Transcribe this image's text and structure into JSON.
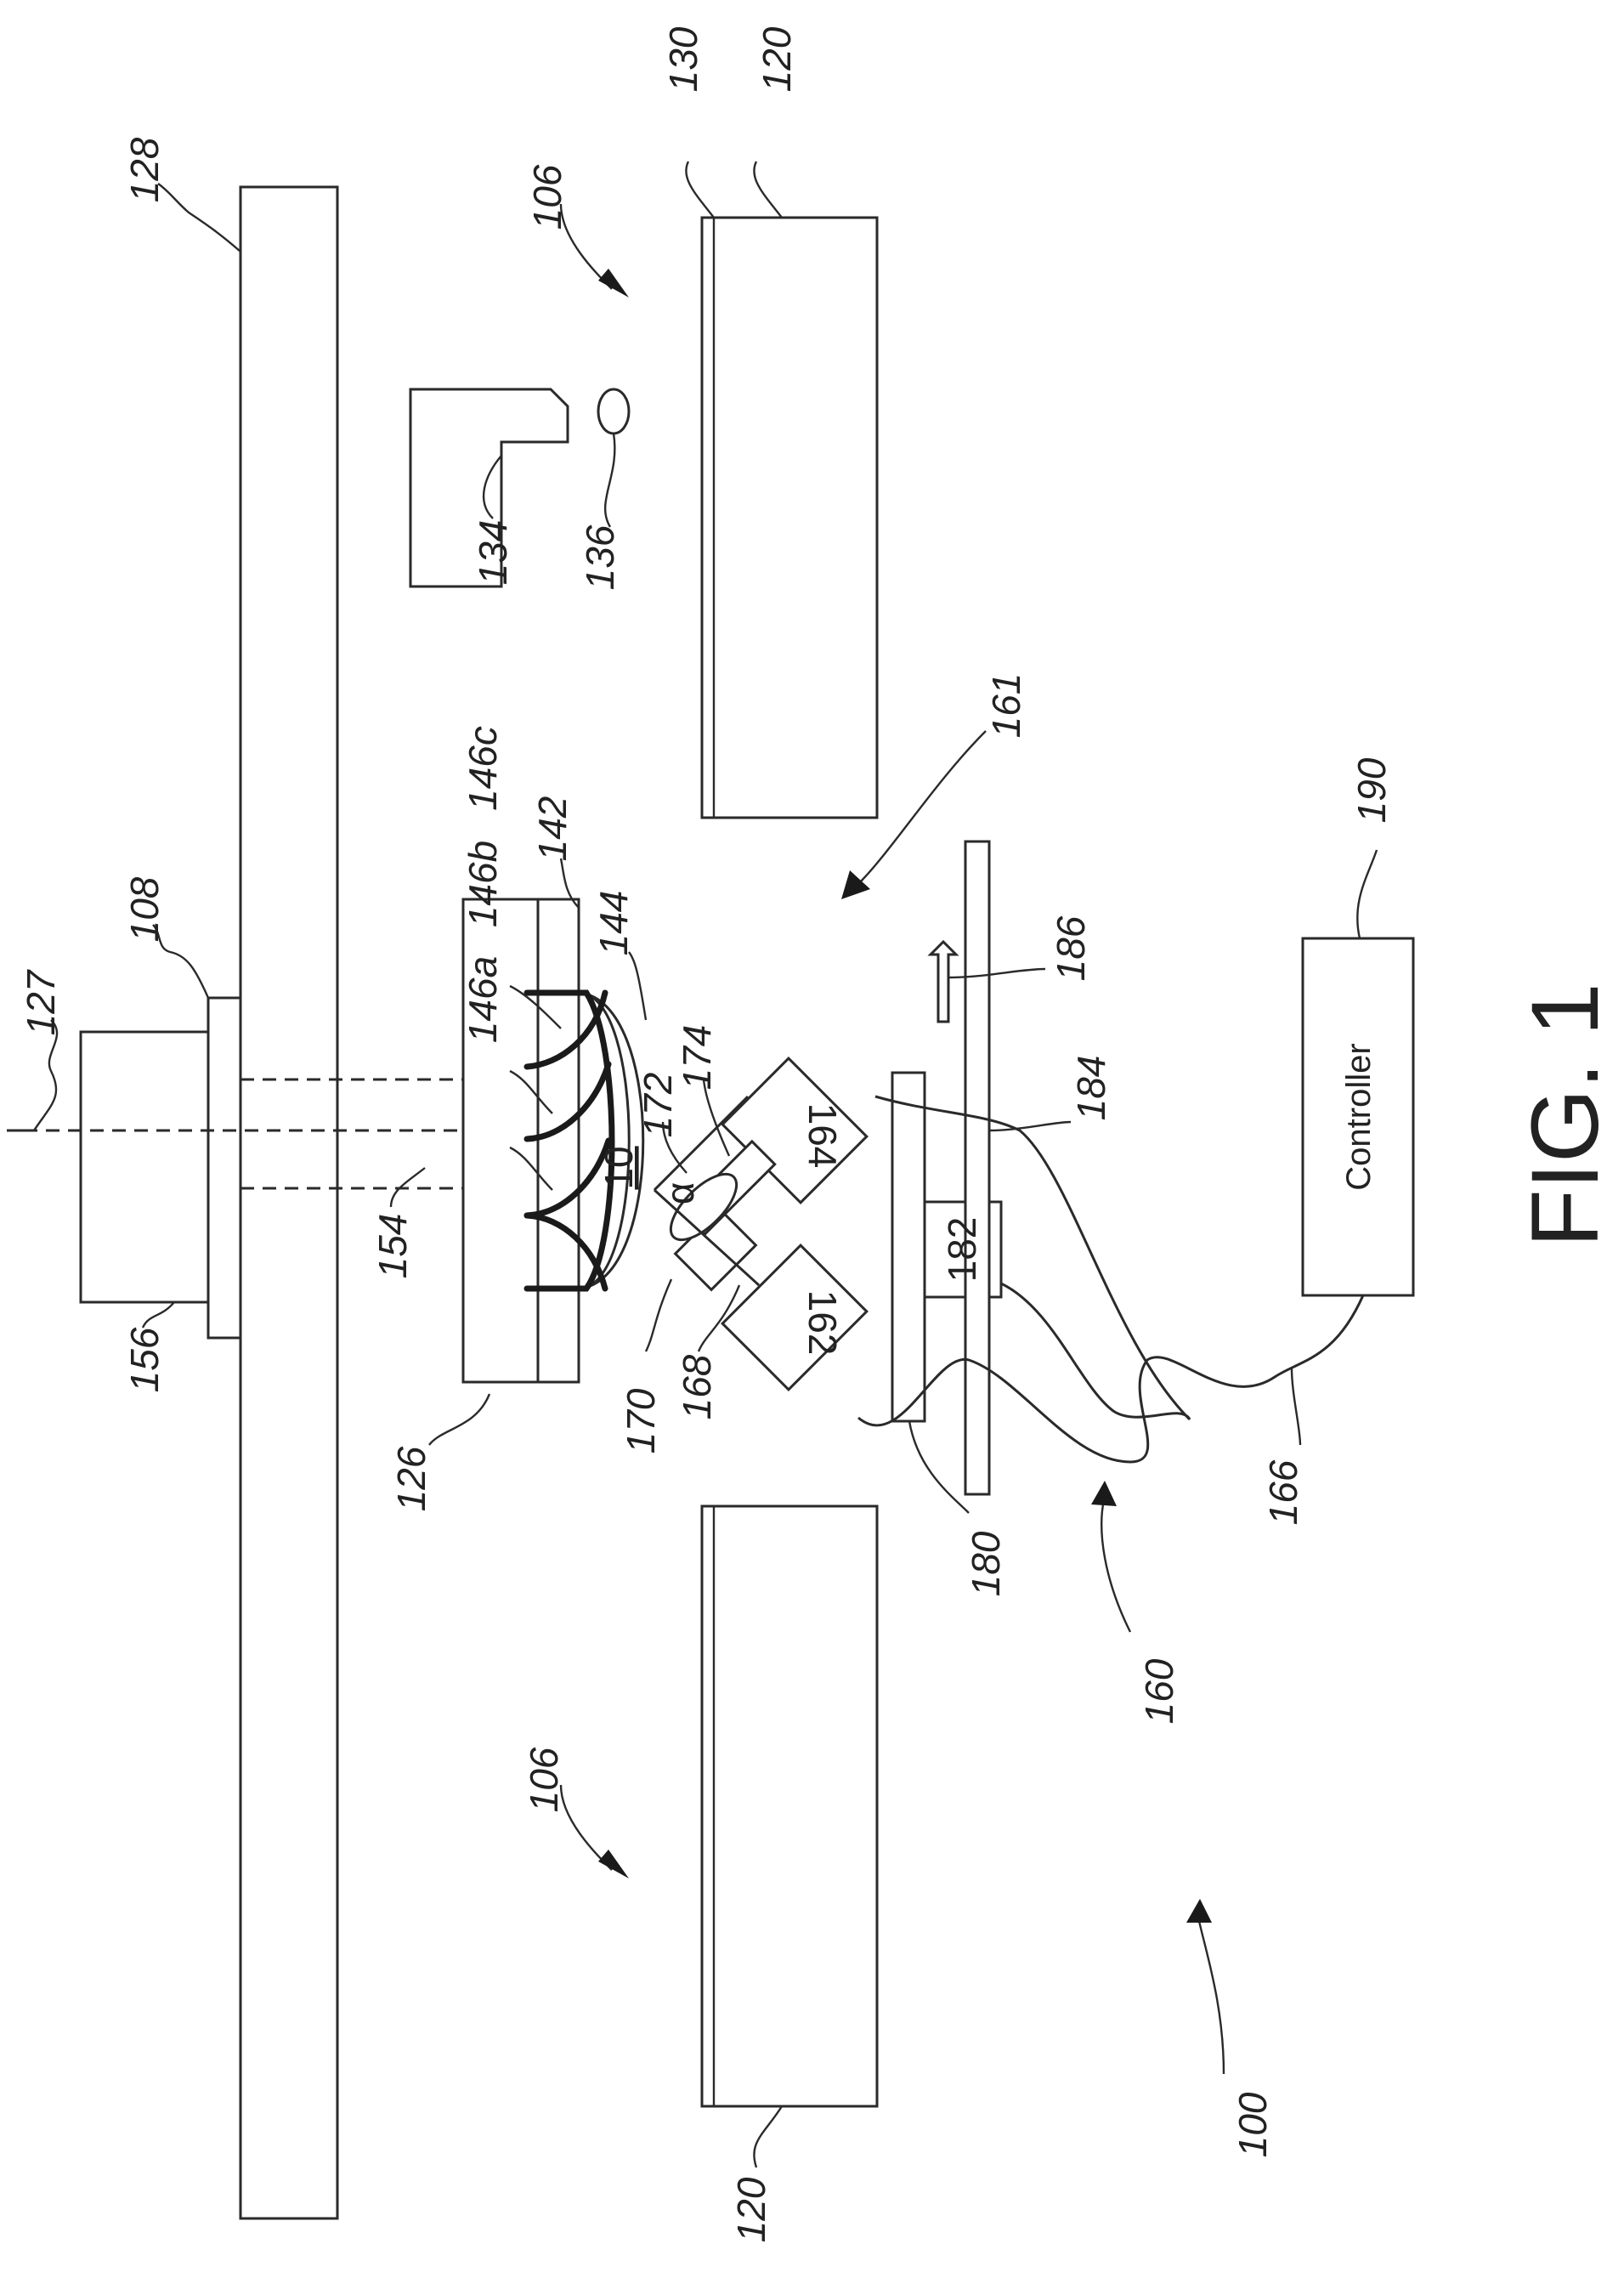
{
  "figure": {
    "title": "FIG. 1",
    "controller_label": "Controller",
    "reference_labels": {
      "r100": "100",
      "r106_top": "106",
      "r106_bottom": "106",
      "r108": "108",
      "r120_top": "120",
      "r120_bottom": "120",
      "r126": "126",
      "r127": "127",
      "r128": "128",
      "r130": "130",
      "r134": "134",
      "r136": "136",
      "r142": "142",
      "r144": "144",
      "r146a": "146a",
      "r146b": "146b",
      "r146c": "146c",
      "r154": "154",
      "r156": "156",
      "r160": "160",
      "r161": "161",
      "r162": "162",
      "r164": "164",
      "r166": "166",
      "r168": "168",
      "r170": "170",
      "r172": "172",
      "r174": "174",
      "r180": "180",
      "r182": "182",
      "r184": "184",
      "r186": "186",
      "r190": "190",
      "r10": "10",
      "alpha": "α"
    }
  }
}
